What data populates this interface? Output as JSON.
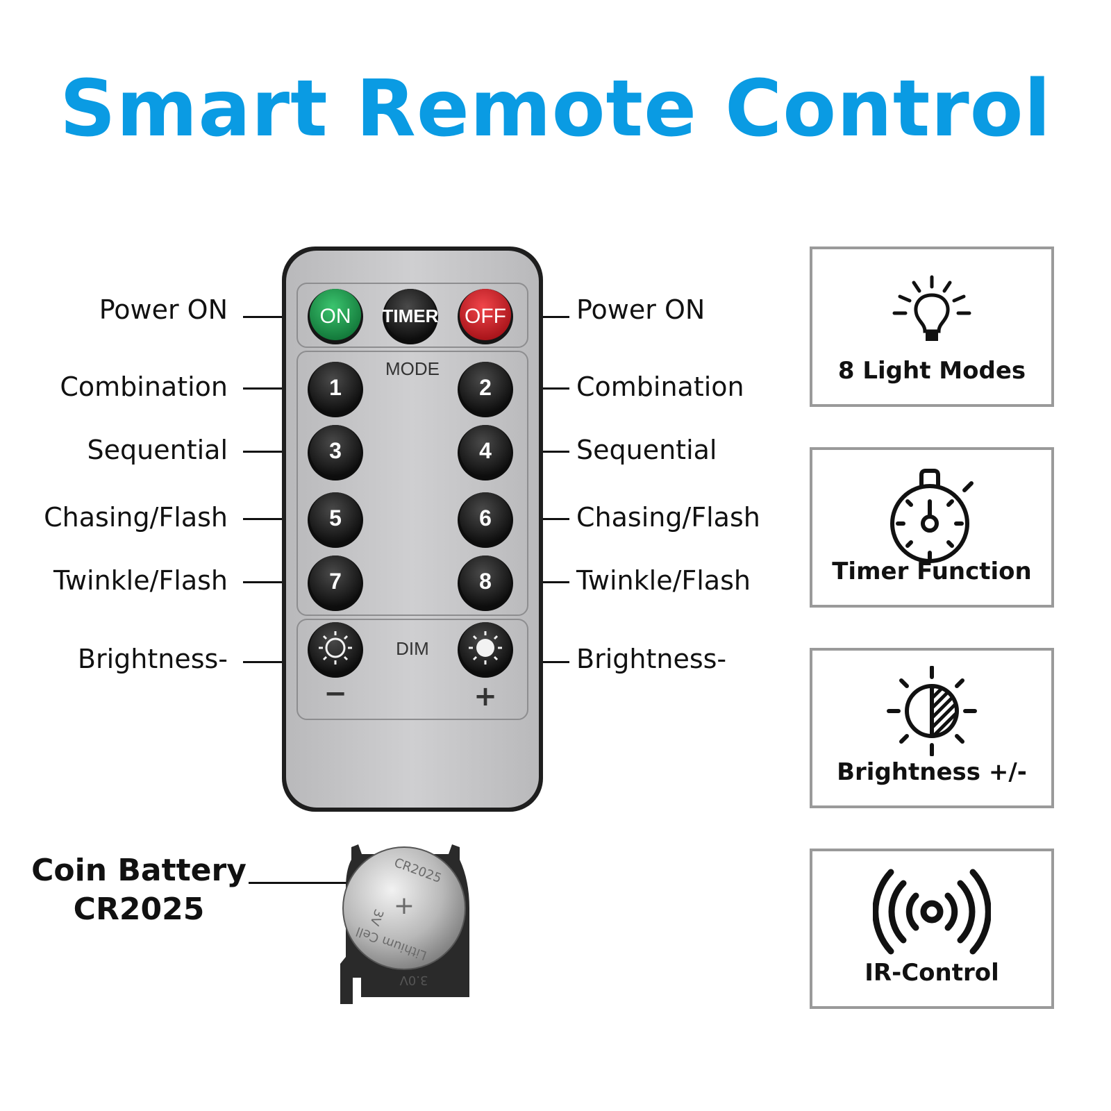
{
  "title": "Smart Remote Control",
  "colors": {
    "title": "#0a9be3",
    "remote_body": "#c7c7c9",
    "remote_rim": "#1e1e1e",
    "on": "#1e9a4f",
    "off": "#d9242a",
    "button": "#262626"
  },
  "remote": {
    "top_buttons": {
      "on": "ON",
      "timer": "TIMER",
      "off": "OFF"
    },
    "mode_label": "MODE",
    "number_buttons": [
      "1",
      "2",
      "3",
      "4",
      "5",
      "6",
      "7",
      "8"
    ],
    "dim_label": "DIM",
    "minus": "−",
    "plus": "+"
  },
  "labels_left": [
    "Power ON",
    "Combination",
    "Sequential",
    "Chasing/Flash",
    "Twinkle/Flash",
    "Brightness-"
  ],
  "labels_right": [
    "Power ON",
    "Combination",
    "Sequential",
    "Chasing/Flash",
    "Twinkle/Flash",
    "Brightness-"
  ],
  "battery": {
    "label_line1": "Coin Battery",
    "label_line2": "CR2025",
    "coin_text": "Lithium Cell",
    "coin_model": "CR2025",
    "coin_voltage": "3V",
    "holder_text": "3.0V"
  },
  "features": [
    {
      "icon": "lightbulb-icon",
      "caption": "8 Light Modes"
    },
    {
      "icon": "stopwatch-icon",
      "caption": "Timer Function"
    },
    {
      "icon": "brightness-icon",
      "caption": "Brightness +/-"
    },
    {
      "icon": "ir-signal-icon",
      "caption": "IR-Control"
    }
  ]
}
